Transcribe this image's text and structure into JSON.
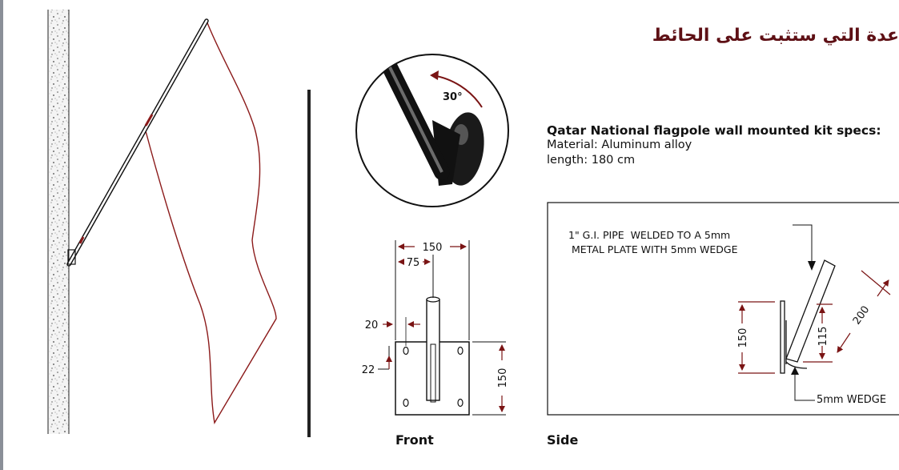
{
  "header": {
    "arabic_title": "عدة التي ستثبت على الحائط"
  },
  "specs": {
    "title": "Qatar National flagpole wall mounted kit specs:",
    "material": "Material: Aluminum alloy",
    "length": "length: 180 cm"
  },
  "detail": {
    "angle_label": "30°"
  },
  "front": {
    "caption": "Front",
    "dims": {
      "width": "150",
      "half_width": "75",
      "offset_top": "20",
      "offset_side": "22",
      "height": "150"
    }
  },
  "side": {
    "caption": "Side",
    "note": "1\" G.I. PIPE  WELDED TO A 5mm\n METAL PLATE WITH 5mm WEDGE",
    "wedge": "5mm WEDGE",
    "dims": {
      "plate_height": "150",
      "pipe_height": "115",
      "pipe_length": "200"
    }
  },
  "colors": {
    "flag_outline": "#8b1a1a",
    "title_text": "#5e1015",
    "dim_marks": "#7a1414"
  }
}
